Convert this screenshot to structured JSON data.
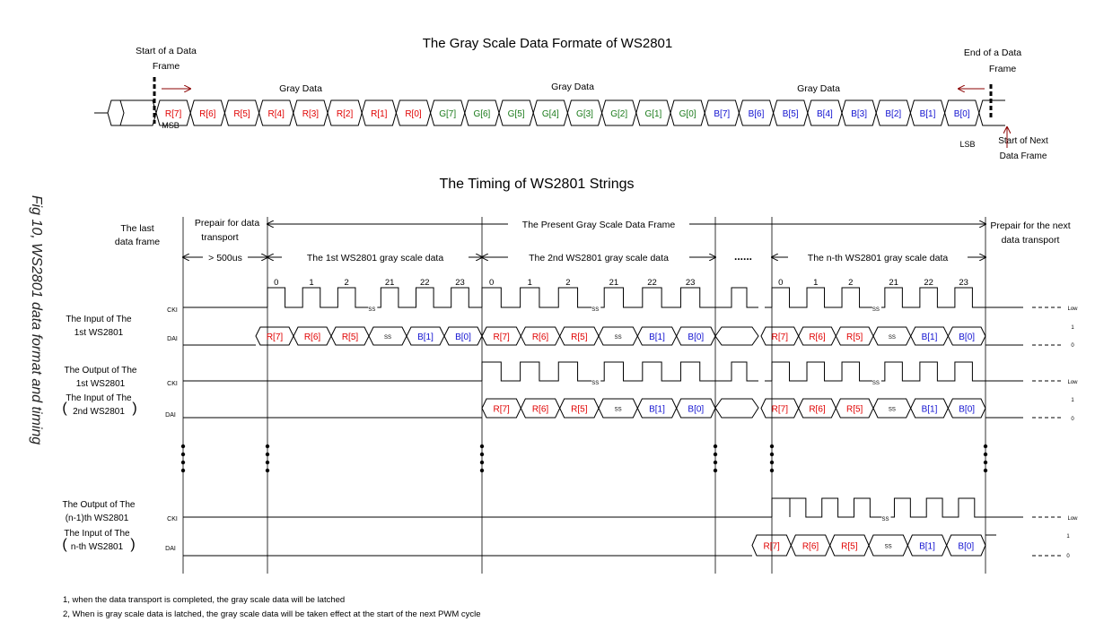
{
  "side_caption": "Fig 10, WS2801 data format and timing",
  "format_section": {
    "title": "The Gray Scale Data Formate of WS2801",
    "start_frame": [
      "Start of a Data",
      "Frame"
    ],
    "end_frame": [
      "End of a Data",
      "Frame"
    ],
    "gray_data_label": "Gray Data",
    "msb": "MSB",
    "lsb": "LSB",
    "next_frame": [
      "Start of Next",
      "Data Frame"
    ],
    "bits_red": [
      "R[7]",
      "R[6]",
      "R[5]",
      "R[4]",
      "R[3]",
      "R[2]",
      "R[1]",
      "R[0]"
    ],
    "bits_green": [
      "G[7]",
      "G[6]",
      "G[5]",
      "G[4]",
      "G[3]",
      "G[2]",
      "G[1]",
      "G[0]"
    ],
    "bits_blue": [
      "B[7]",
      "B[6]",
      "B[5]",
      "B[4]",
      "B[3]",
      "B[2]",
      "B[1]",
      "B[0]"
    ]
  },
  "timing_section": {
    "title": "The Timing of WS2801 Strings",
    "last_frame": [
      "The last",
      "data frame"
    ],
    "prepare_data": [
      "Prepair for data",
      "transport"
    ],
    "present_frame": "The Present Gray Scale Data Frame",
    "prepare_next": [
      "Prepair for the next",
      "data transport"
    ],
    "delay": "> 500us",
    "first_gray": "The 1st WS2801 gray scale data",
    "second_gray": "The 2nd WS2801 gray scale data",
    "nth_gray": "The n-th WS2801 gray scale data",
    "dots": "......",
    "clock_numbers": [
      "0",
      "1",
      "2",
      "21",
      "22",
      "23"
    ],
    "signal_rows": [
      {
        "label": [
          "The Input of The",
          "1st WS2801"
        ]
      },
      {
        "label": [
          "The Output of The",
          "1st WS2801"
        ],
        "label2": [
          "The Input of The",
          "2nd WS2801"
        ]
      },
      {
        "label": [
          "The Output of The",
          "(n-1)th WS2801"
        ],
        "label2": [
          "The Input of The",
          "n-th WS2801"
        ]
      }
    ],
    "pin_cki": "CKI",
    "pin_dai": "DAI",
    "level_low": "Low",
    "level_one": "1",
    "level_zero": "0",
    "chunk_red": [
      "R[7]",
      "R[6]",
      "R[5]"
    ],
    "chunk_blue": [
      "B[1]",
      "B[0]"
    ],
    "break_mark": "SS"
  },
  "notes": [
    "1, when the data transport is completed, the gray scale data will be latched",
    "2, When is gray scale data is latched, the gray scale data will be taken effect at the start of the next PWM cycle"
  ],
  "colors": {
    "red_bits": "#e00000",
    "green_bits": "#1a7a1a",
    "blue_bits": "#1010d0",
    "marker_arrow": "#8b0000"
  }
}
